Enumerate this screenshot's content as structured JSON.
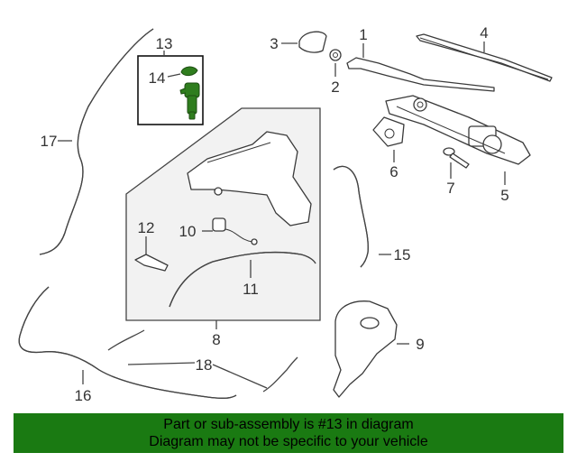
{
  "callouts": [
    {
      "id": "1",
      "label": "1"
    },
    {
      "id": "2",
      "label": "2"
    },
    {
      "id": "3",
      "label": "3"
    },
    {
      "id": "4",
      "label": "4"
    },
    {
      "id": "5",
      "label": "5"
    },
    {
      "id": "6",
      "label": "6"
    },
    {
      "id": "7",
      "label": "7"
    },
    {
      "id": "8",
      "label": "8"
    },
    {
      "id": "9",
      "label": "9"
    },
    {
      "id": "10",
      "label": "10"
    },
    {
      "id": "11",
      "label": "11"
    },
    {
      "id": "12",
      "label": "12"
    },
    {
      "id": "13",
      "label": "13"
    },
    {
      "id": "14",
      "label": "14"
    },
    {
      "id": "15",
      "label": "15"
    },
    {
      "id": "16",
      "label": "16"
    },
    {
      "id": "17",
      "label": "17"
    },
    {
      "id": "18",
      "label": "18"
    }
  ],
  "highlighted_part": "13",
  "colors": {
    "highlight_part": "#2f7d1e",
    "banner_background": "#1a7a12",
    "line": "#444444",
    "panel": "#f2f2f2"
  },
  "banner": {
    "line1": "Part or sub-assembly is #13 in diagram",
    "line2": "Diagram may not be specific to your vehicle"
  }
}
